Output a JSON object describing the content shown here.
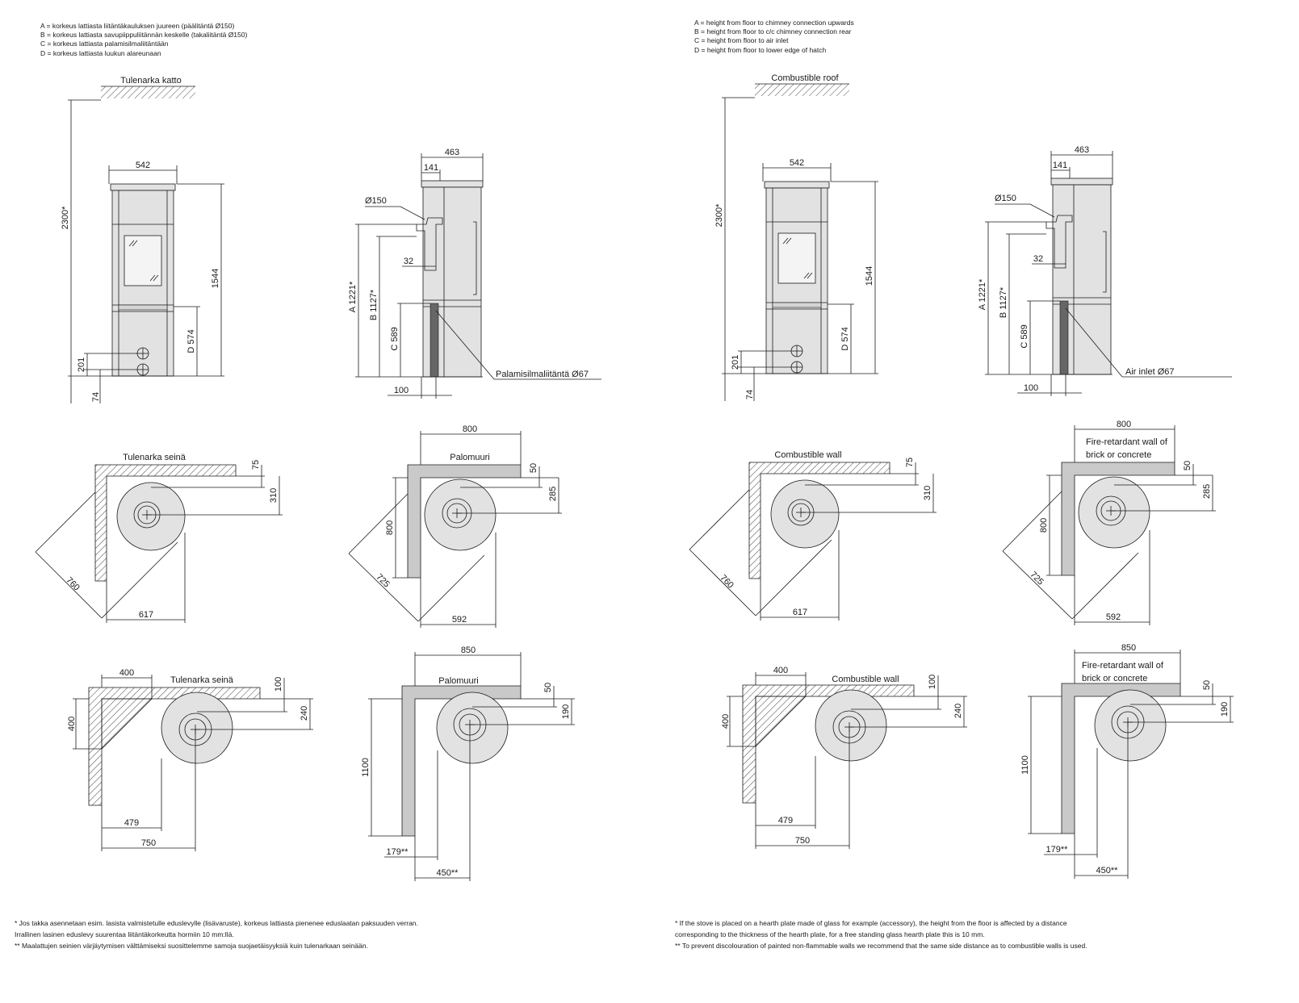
{
  "left": {
    "legend": [
      "A = korkeus lattiasta liitäntäkauluksen juureen (päälitäntä Ø150)",
      "B = korkeus lattiasta savupiippuliitännän keskelle (takaliitäntä Ø150)",
      "C = korkeus lattiasta palamisilmaliitäntään",
      "D = korkeus lattiasta luukun alareunaan"
    ],
    "roof_label": "Tulenarka katto",
    "air_inlet_label": "Palamisilmaliitäntä Ø67",
    "corner_wall_label": "Tulenarka seinä",
    "fire_wall_label_1": "Palomuuri",
    "fire_wall_label_2": "",
    "corner2_wall_label": "Tulenarka seinä",
    "fire2_label_1": "Palomuuri",
    "fire2_label_2": "",
    "footnotes": [
      "*   Jos takka asennetaan esim. lasista valmistetulle eduslevylle (lisävaruste), korkeus lattiasta pienenee eduslaatan paksuuden verran.",
      "     Irrallinen lasinen eduslevy suurentaa liitäntäkorkeutta hormiin 10 mm:llä.",
      "**  Maalattujen seinien värjäytymisen välttämiseksi suosittelemme samoja suojaetäisyyksiä kuin tulenarkaan seinään."
    ]
  },
  "right": {
    "legend": [
      "A =  height from floor to chimney connection upwards",
      "B =  height from floor to c/c chimney connection rear",
      "C =  height from floor to air inlet",
      "D =  height from floor to lower edge of hatch"
    ],
    "roof_label": "Combustible roof",
    "air_inlet_label": "Air inlet Ø67",
    "corner_wall_label": "Combustible wall",
    "fire_wall_label_1": "Fire-retardant wall of",
    "fire_wall_label_2": "brick or concrete",
    "corner2_wall_label": "Combustible wall",
    "fire2_label_1": "Fire-retardant wall of",
    "fire2_label_2": "brick or concrete",
    "footnotes": [
      "*   If the stove is placed on a hearth plate made of glass for example (accessory), the height from the floor is affected by a distance",
      "     corresponding to the thickness of the hearth plate, for a free standing glass hearth plate this is 10 mm.",
      "**  To prevent discolouration of painted non-flammable walls we recommend that the same side distance as to combustible walls is used."
    ]
  },
  "dims": {
    "height_total": "2300*",
    "width": "542",
    "height_stove": "1544",
    "hatch": "D 574",
    "d201": "201",
    "d74": "74",
    "depth": "463",
    "d141": "141",
    "flue": "Ø150",
    "a": "A 1221*",
    "b": "B 1127*",
    "c": "C 589",
    "d32": "32",
    "d100": "100",
    "corner_75": "75",
    "corner_310": "310",
    "corner_760": "760",
    "corner_617": "617",
    "fire_800w": "800",
    "fire_50": "50",
    "fire_285": "285",
    "fire_800h": "800",
    "fire_725": "725",
    "fire_592": "592",
    "c2_400w": "400",
    "c2_100": "100",
    "c2_240": "240",
    "c2_400h": "400",
    "c2_479": "479",
    "c2_750": "750",
    "f2_850": "850",
    "f2_50": "50",
    "f2_190": "190",
    "f2_1100": "1100",
    "f2_179": "179**",
    "f2_450": "450**"
  }
}
